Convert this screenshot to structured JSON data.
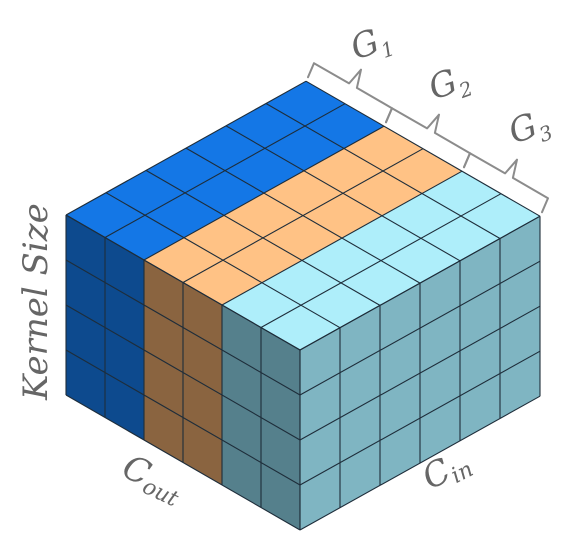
{
  "labels": {
    "kernel_size": "Kernel Size",
    "c_out": "C",
    "c_out_sub": "out",
    "c_in": "C",
    "c_in_sub": "in",
    "groups": [
      {
        "letter": "G",
        "sub": "1"
      },
      {
        "letter": "G",
        "sub": "2"
      },
      {
        "letter": "G",
        "sub": "3"
      }
    ]
  },
  "grid": {
    "front_columns": 6,
    "side_columns": 6,
    "height_rows": 4
  },
  "group_colors": [
    {
      "top": "#1477e6",
      "front": "#0d4a8e",
      "side": "#0d4a8e"
    },
    {
      "top": "#ffc285",
      "front": "#8a6440",
      "side": "#8a6440"
    },
    {
      "top": "#aeeefa",
      "front": "#55808c",
      "side": "#7fb5c2"
    }
  ]
}
